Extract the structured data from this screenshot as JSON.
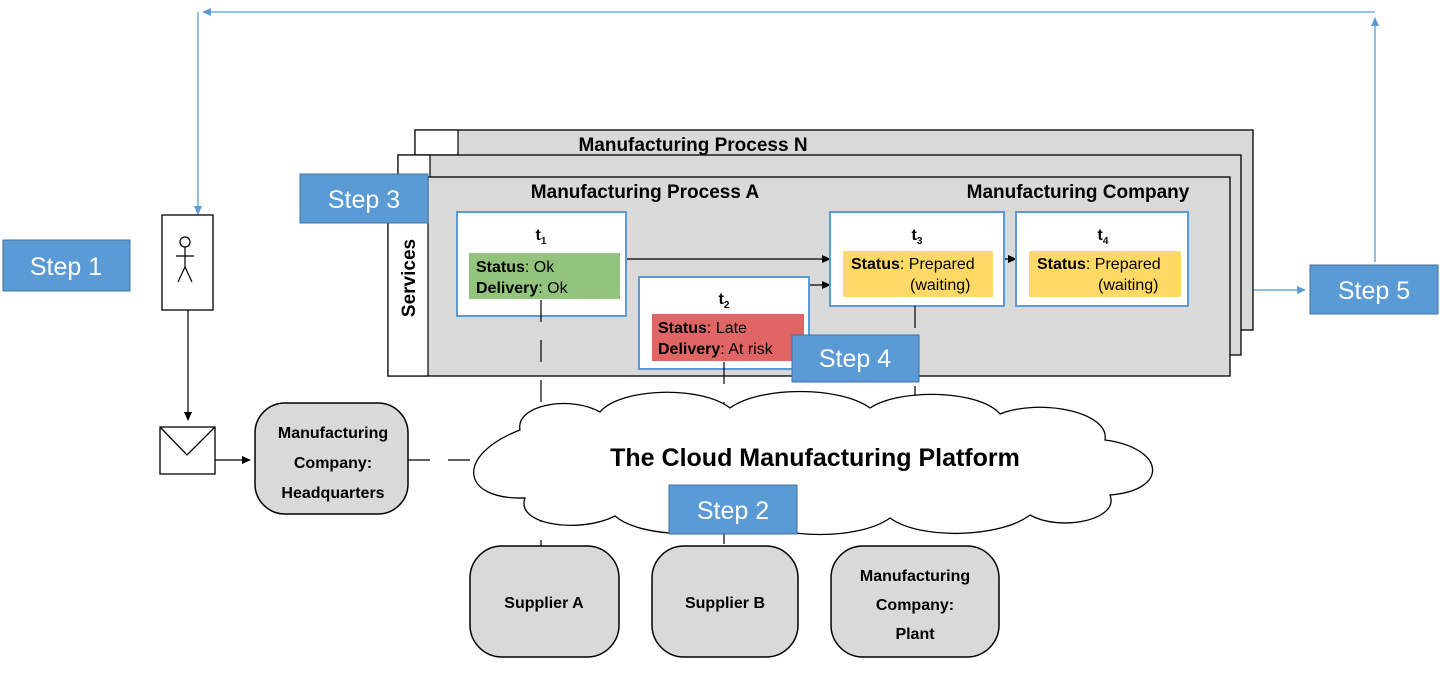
{
  "steps": {
    "step1": "Step 1",
    "step2": "Step 2",
    "step3": "Step 3",
    "step4": "Step 4",
    "step5": "Step 5"
  },
  "process": {
    "title_n": "Manufacturing Process N",
    "title_a": "Manufacturing Process A",
    "company": "Manufacturing Company",
    "services": "Services"
  },
  "tasks": {
    "t1": {
      "name": "t",
      "sub": "1",
      "status_label": "Status",
      "status_value": ": Ok",
      "delivery_label": "Delivery",
      "delivery_value": ": Ok"
    },
    "t2": {
      "name": "t",
      "sub": "2",
      "status_label": "Status",
      "status_value": ": Late",
      "delivery_label": "Delivery",
      "delivery_value": ": At risk"
    },
    "t3": {
      "name": "t",
      "sub": "3",
      "status_label": "Status",
      "status_value": ": Prepared",
      "waiting": "(waiting)"
    },
    "t4": {
      "name": "t",
      "sub": "4",
      "status_label": "Status",
      "status_value": ": Prepared",
      "waiting": "(waiting)"
    }
  },
  "platform": "The Cloud Manufacturing Platform",
  "nodes": {
    "hq": [
      "Manufacturing",
      "Company:",
      "Headquarters"
    ],
    "supplier_a": "Supplier A",
    "supplier_b": "Supplier B",
    "plant": [
      "Manufacturing",
      "Company:",
      "Plant"
    ]
  },
  "colors": {
    "step_fill": "#5b9bd5",
    "step_stroke": "#41719c",
    "flow_line": "#5b9bd5",
    "panel_fill": "#d9d9d9",
    "task_border": "#5b9bd5",
    "ok_green": "#93c47d",
    "late_red": "#e06666",
    "prepared_yellow": "#ffd966",
    "node_fill": "#d9d9d9"
  },
  "icons": {
    "actor": "stick-figure-icon",
    "message": "envelope-icon"
  }
}
